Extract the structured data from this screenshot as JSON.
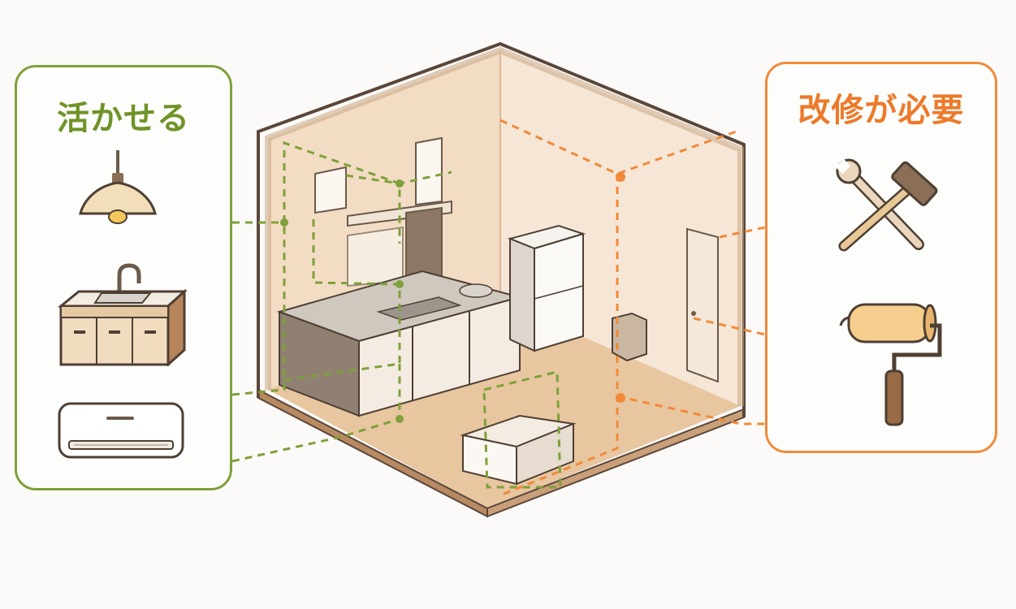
{
  "keep_panel": {
    "title": "活かせる",
    "items": [
      {
        "icon": "pendant-lamp-icon"
      },
      {
        "icon": "kitchen-sink-icon"
      },
      {
        "icon": "air-conditioner-icon"
      }
    ],
    "accent": "#7fa03a"
  },
  "fix_panel": {
    "title": "改修が必要",
    "items": [
      {
        "icon": "wrench-and-hammer-icon"
      },
      {
        "icon": "paint-roller-icon"
      }
    ],
    "accent": "#f08a3a"
  },
  "room": {
    "illustration": "kitchen-room-cutaway",
    "wall_color": "#f3dcc4",
    "floor_color": "#e8c6a0",
    "frame_color": "#8a6a52"
  }
}
